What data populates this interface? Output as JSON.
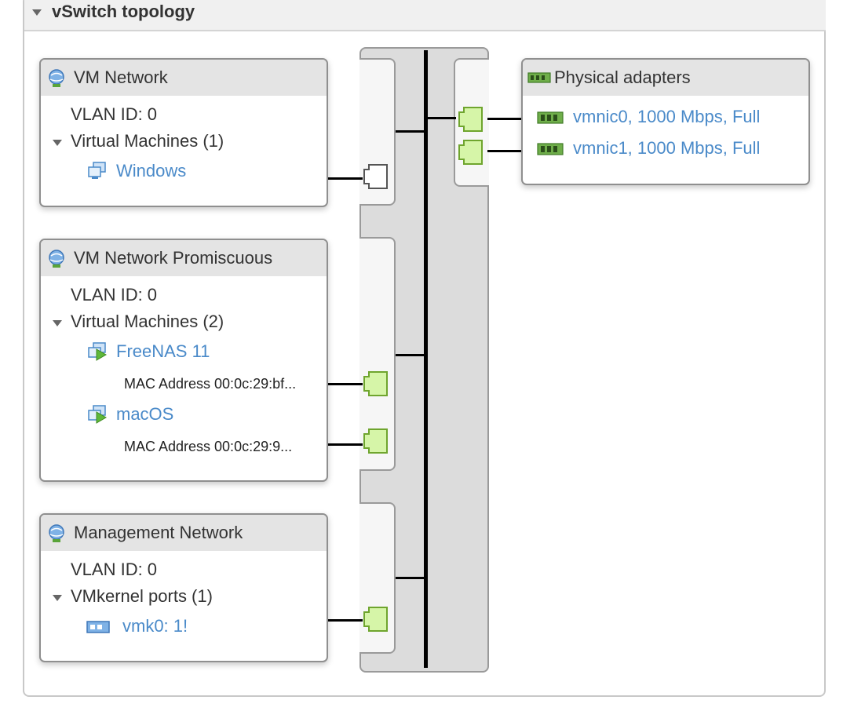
{
  "panel": {
    "title": "vSwitch topology"
  },
  "port_groups": [
    {
      "name": "VM Network",
      "vlan": "VLAN ID: 0",
      "section": "Virtual Machines (1)",
      "items": [
        {
          "label": "Windows"
        }
      ]
    },
    {
      "name": "VM Network Promiscuous",
      "vlan": "VLAN ID: 0",
      "section": "Virtual Machines (2)",
      "items": [
        {
          "label": "FreeNAS 11",
          "mac": "MAC Address 00:0c:29:bf..."
        },
        {
          "label": "macOS",
          "mac": "MAC Address 00:0c:29:9..."
        }
      ]
    },
    {
      "name": "Management Network",
      "vlan": "VLAN ID: 0",
      "section": "VMkernel ports (1)",
      "items": [
        {
          "label": "vmk0: 1!"
        }
      ]
    }
  ],
  "physical_adapters": {
    "title": "Physical adapters",
    "items": [
      {
        "label": "vmnic0, 1000 Mbps, Full"
      },
      {
        "label": "vmnic1, 1000 Mbps, Full"
      }
    ]
  },
  "colors": {
    "link": "#4a8ac9",
    "port_active": "#d6f5a8",
    "port_active_border": "#7db33b",
    "port_inactive": "#ffffff"
  },
  "icons": {
    "network": "globe-network-icon",
    "vm": "virtual-machine-icon",
    "nic": "network-card-icon"
  }
}
